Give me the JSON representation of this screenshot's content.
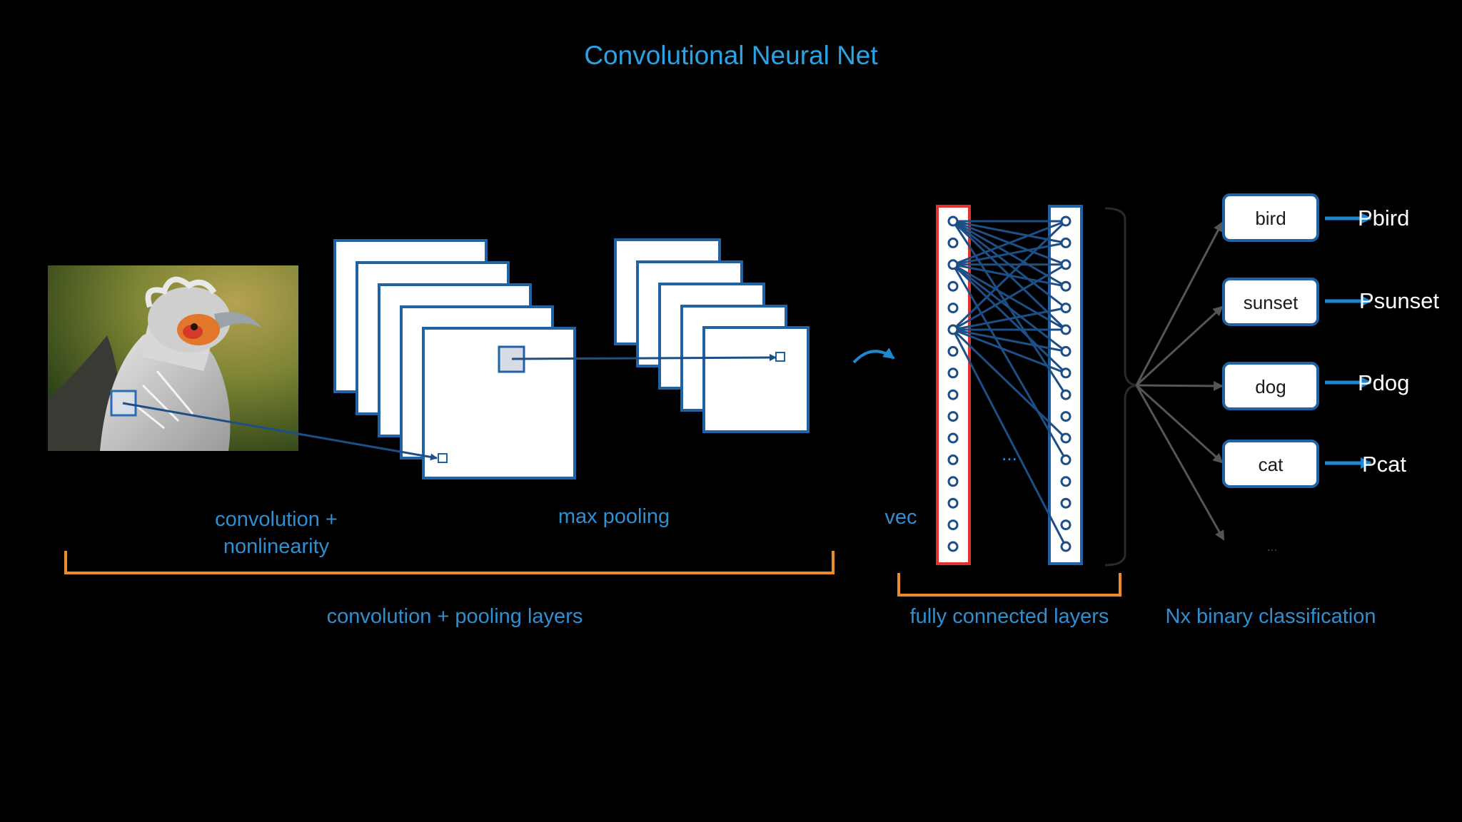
{
  "title": "Convolutional Neural Net",
  "labels": {
    "conv_line1": "convolution +",
    "conv_line2": "nonlinearity",
    "max_pooling": "max pooling",
    "vec": "vec",
    "conv_pool_layers": "convolution + pooling layers",
    "fully_connected": "fully connected layers",
    "binary_classification": "Nx binary classification",
    "ellipsis": "..."
  },
  "classes": [
    {
      "label": "bird",
      "prob": "Pbird"
    },
    {
      "label": "sunset",
      "prob": "Psunset"
    },
    {
      "label": "dog",
      "prob": "Pdog"
    },
    {
      "label": "cat",
      "prob": "Pcat"
    }
  ],
  "colors": {
    "accent_blue": "#2aa3e6",
    "label_blue": "#2f8fd0",
    "box_border": "#1f63a6",
    "bracket_orange": "#ec8b2c",
    "vec_red": "#e0322a",
    "arrow_blue": "#1f87cf"
  },
  "image": {
    "subject": "bird (secretary bird) photo"
  }
}
